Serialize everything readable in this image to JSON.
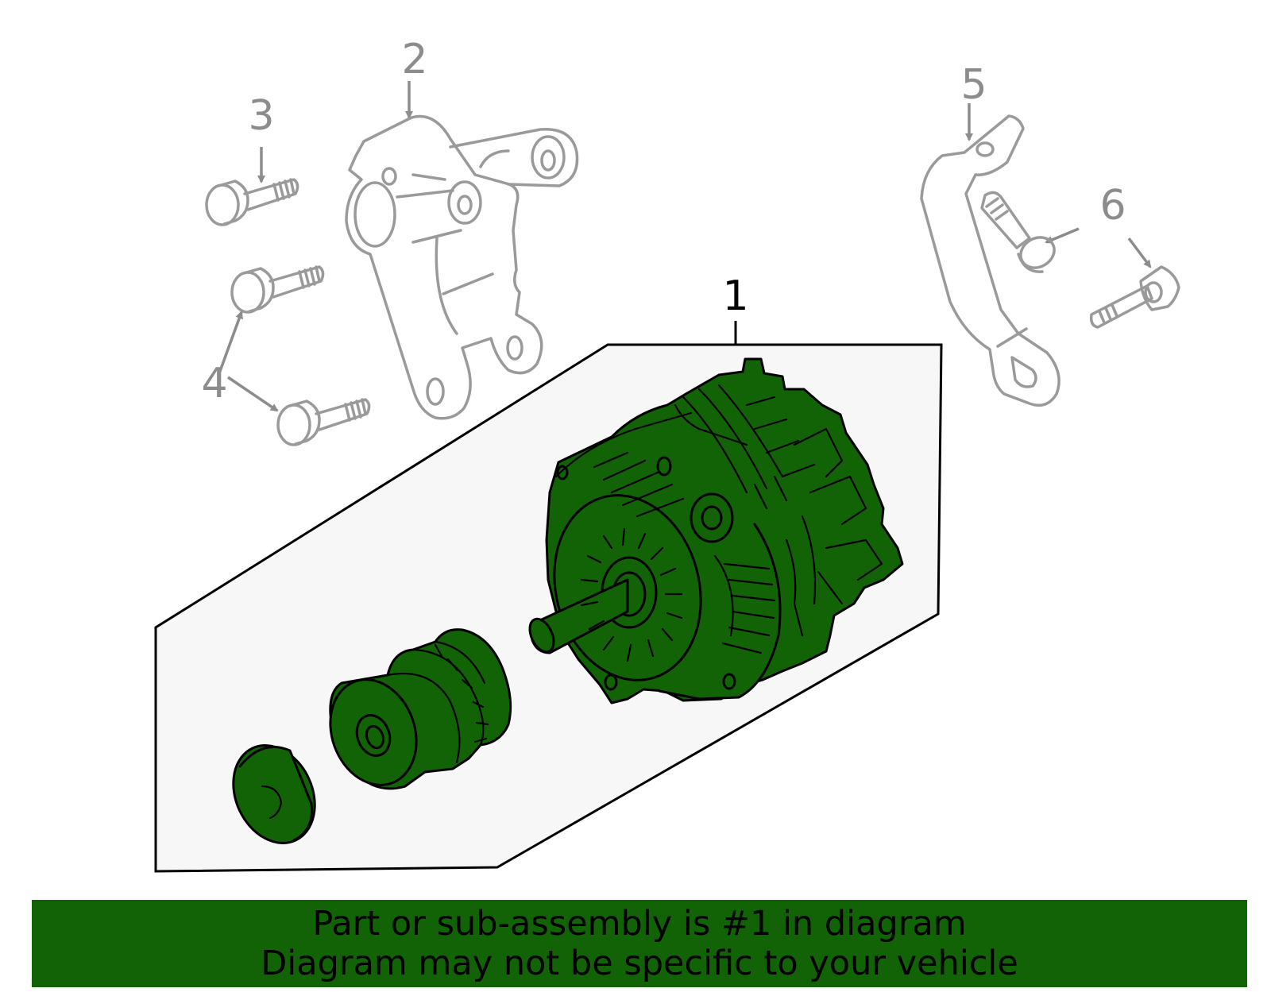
{
  "colors": {
    "highlight": "#116306",
    "ghost_stroke": "#9a9a9a",
    "callout_grey": "#8c8c8c",
    "panel_fill": "#f7f7f7",
    "banner_bg": "#116306"
  },
  "callouts": {
    "c1": "1",
    "c2": "2",
    "c3": "3",
    "c4": "4",
    "c5": "5",
    "c6": "6"
  },
  "banner": {
    "line1": "Part or sub-assembly is #1 in diagram",
    "line2": "Diagram may not be specific to your vehicle"
  }
}
